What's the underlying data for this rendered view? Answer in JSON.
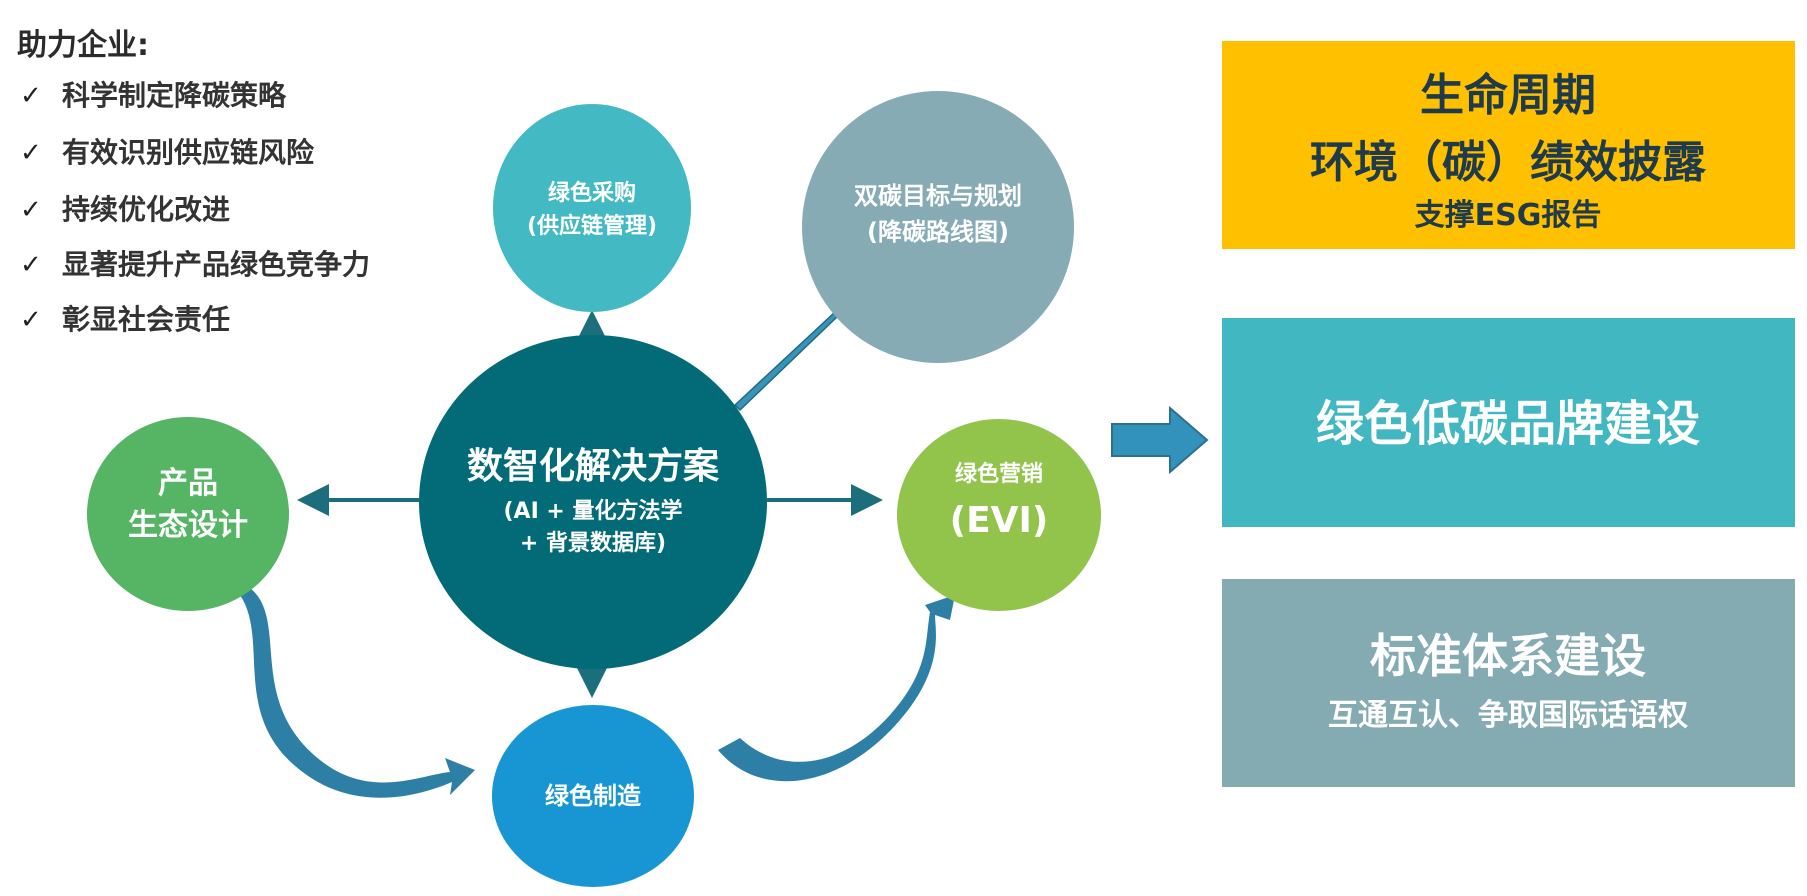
{
  "benefits": {
    "heading": "助力企业:",
    "check_icon": "✓",
    "items": [
      "科学制定降碳策略",
      "有效识别供应链风险",
      "持续优化改进",
      "显著提升产品绿色竞争力",
      "彰显社会责任"
    ]
  },
  "center": {
    "title": "数智化解决方案",
    "line2": "(AI + 量化方法学",
    "line3": "+ 背景数据库)",
    "color": "#036B78"
  },
  "nodes": {
    "procurement": {
      "line1": "绿色采购",
      "line2": "(供应链管理)",
      "color": "#42B9C3"
    },
    "dual_carbon": {
      "line1": "双碳目标与规划",
      "line2": "(降碳路线图)",
      "color": "#86ABB4"
    },
    "product": {
      "line1": "产品",
      "line2": "生态设计",
      "color": "#55B565"
    },
    "marketing": {
      "line1": "绿色营销",
      "line2": "(EVI)",
      "color": "#92C34A"
    },
    "manufacturing": {
      "line1": "绿色制造",
      "color": "#1896D4"
    }
  },
  "outcomes": {
    "lifecycle": {
      "line1": "生命周期",
      "line2": "环境（碳）绩效披露",
      "line3": "支撑ESG报告",
      "color": "#FFC000"
    },
    "brand": {
      "line1": "绿色低碳品牌建设",
      "color": "#41B8C1"
    },
    "standards": {
      "line1": "标准体系建设",
      "line2": "互通互认、争取国际话语权",
      "color": "#84AAB2"
    }
  }
}
